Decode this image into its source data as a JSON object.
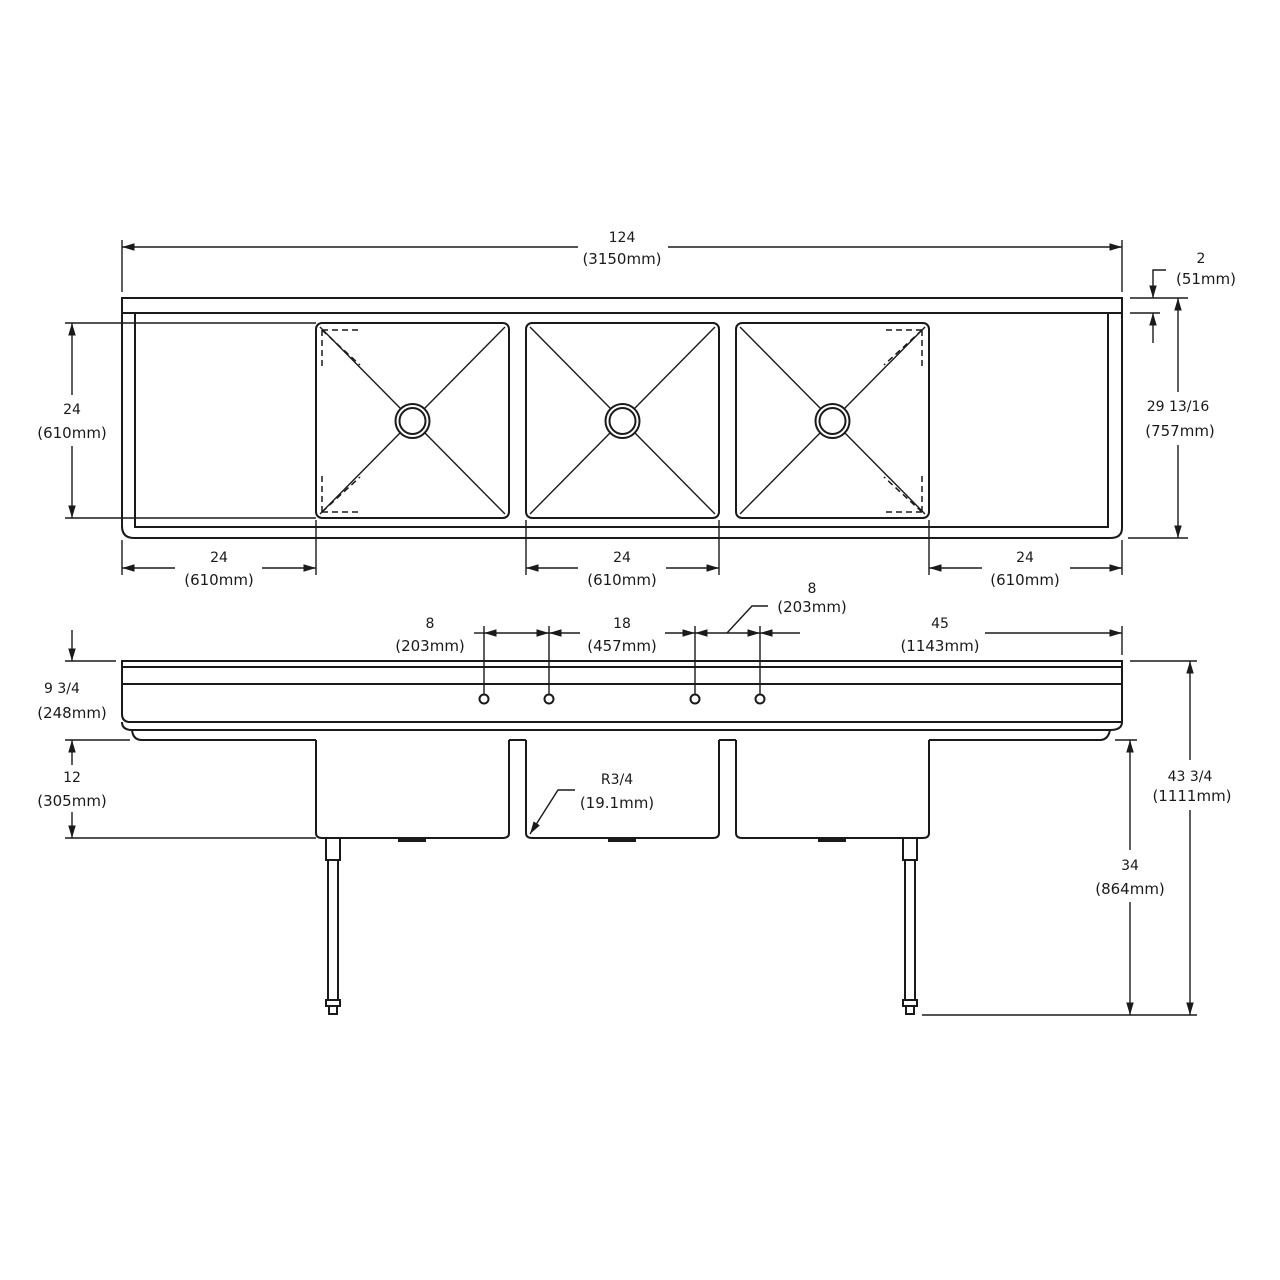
{
  "top_view": {
    "overall_length": {
      "in": "124",
      "mm": "(3150mm)"
    },
    "backsplash": {
      "in": "2",
      "mm": "(51mm)"
    },
    "overall_depth": {
      "in": "29 13/16",
      "mm": "(757mm)"
    },
    "bowl_depth": {
      "in": "24",
      "mm": "(610mm)"
    },
    "left_drainboard": {
      "in": "24",
      "mm": "(610mm)"
    },
    "bowl_width": {
      "in": "24",
      "mm": "(610mm)"
    },
    "right_drainboard": {
      "in": "24",
      "mm": "(610mm)"
    }
  },
  "front_view": {
    "faucet_spacing_left": {
      "in": "8",
      "mm": "(203mm)"
    },
    "faucet_gap": {
      "in": "18",
      "mm": "(457mm)"
    },
    "faucet_spacing_right": {
      "in": "8",
      "mm": "(203mm)"
    },
    "faucet_to_end": {
      "in": "45",
      "mm": "(1143mm)"
    },
    "backsplash_height": {
      "in": "9 3/4",
      "mm": "(248mm)"
    },
    "bowl_height": {
      "in": "12",
      "mm": "(305mm)"
    },
    "corner_radius": {
      "in": "R3/4",
      "mm": "(19.1mm)"
    },
    "overall_height": {
      "in": "43 3/4",
      "mm": "(1111mm)"
    },
    "work_height": {
      "in": "34",
      "mm": "(864mm)"
    }
  }
}
